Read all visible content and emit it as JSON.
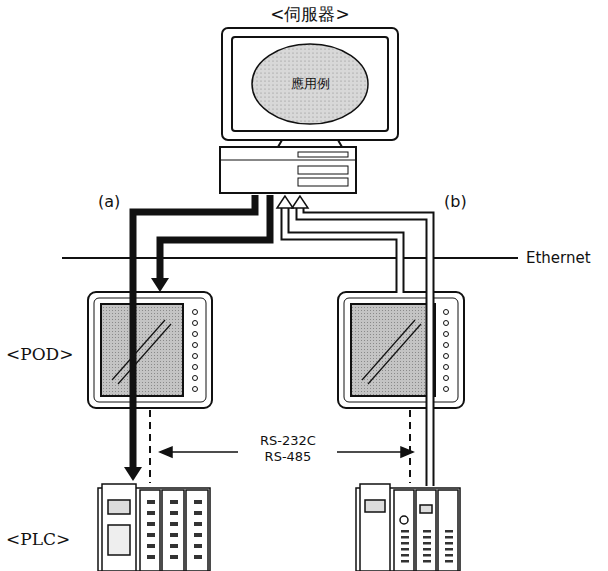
{
  "diagram": {
    "nodes": [
      {
        "text": [
          "<伺服器>",
          "應用例"
        ]
      },
      {
        "text": [
          "<POD>"
        ]
      },
      {
        "text": [
          "<PLC>"
        ]
      }
    ],
    "edges": [
      {
        "from": 0,
        "to": 1,
        "arrow": "to"
      },
      {
        "from": 0,
        "to": 2,
        "arrow": "to"
      }
    ],
    "labels": [
      "(a)",
      "(b)",
      "Ethernet",
      "RS-232C RS-485"
    ]
  }
}
